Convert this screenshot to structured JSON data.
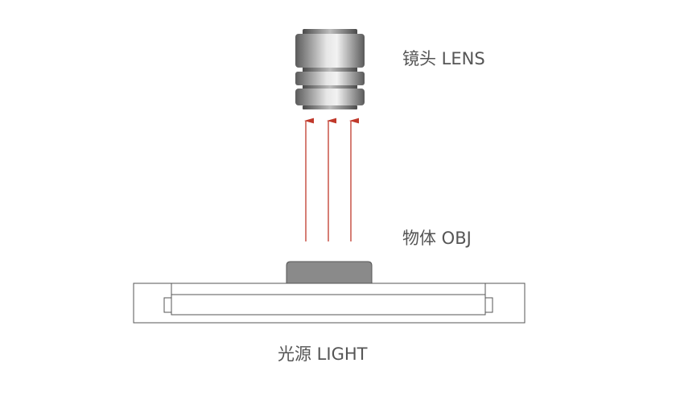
{
  "diagram": {
    "labels": {
      "lens": "镜头 LENS",
      "object": "物体 OBJ",
      "light": "光源 LIGHT"
    },
    "arrows": {
      "count": 3,
      "direction": "up",
      "color": "#c0392b"
    },
    "colors": {
      "outline": "#555555",
      "object_fill": "#8a8a8a",
      "lens_dark": "#5a5a5a",
      "lens_light": "#e6e6e6",
      "background": "#ffffff"
    }
  }
}
